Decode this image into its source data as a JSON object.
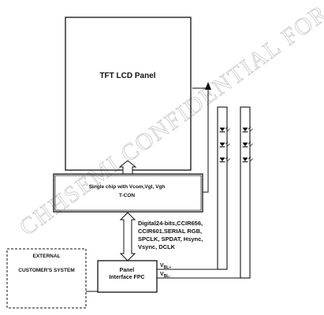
{
  "watermark": "CHHSEMI CONFIDENTIAL FOR REVIEW",
  "panel": {
    "title": "TFT LCD Panel"
  },
  "tcon": {
    "line1": "Single chip with Vcom,Vgl, Vgh",
    "line2": "T-CON"
  },
  "interface_text": [
    "Digital24-bits,CCIR656,",
    "CCIR601.SERIAL RGB,",
    "SPCLK, SPDAT, Hsync,",
    "Vsync, DCLK"
  ],
  "external": {
    "line1": "EXTERNAL",
    "line2": "CUSTOMER'S SYSTEM"
  },
  "fpc": {
    "line1": "Panel",
    "line2": "Interface FPC"
  },
  "vbl_plus": {
    "main": "V",
    "sub": "BL+"
  },
  "vbl_minus": {
    "main": "V",
    "sub": "BL-"
  },
  "backlight": {
    "led_count_per_string": 3,
    "string_count": 2
  }
}
